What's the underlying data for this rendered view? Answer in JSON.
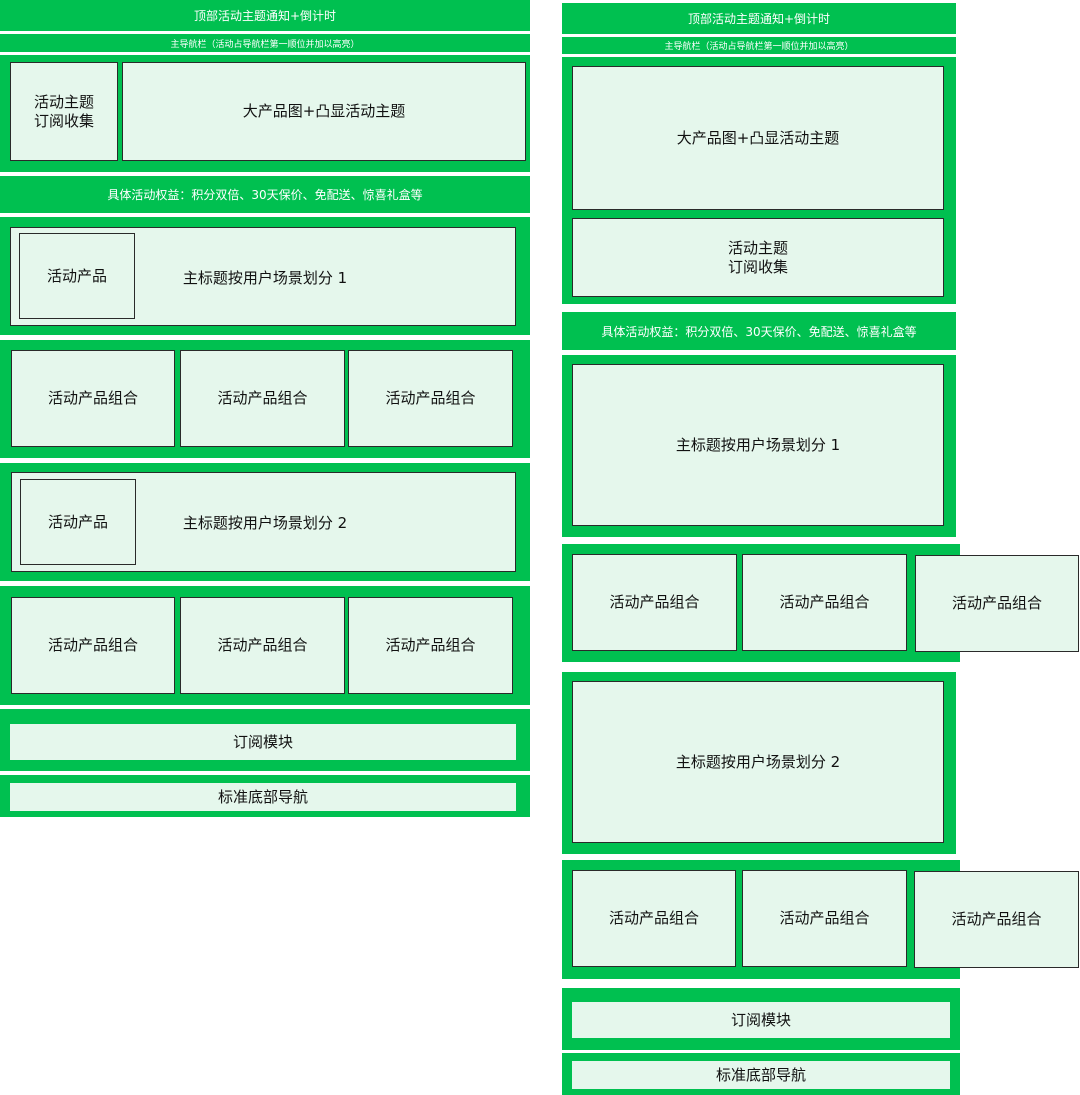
{
  "left": {
    "top_notice": "顶部活动主题通知+倒计时",
    "main_nav": "主导航栏（活动占导航栏第一顺位并加以高亮）",
    "subscribe_collect": "活动主题\n订阅收集",
    "hero": "大产品图+凸显活动主题",
    "benefits": "具体活动权益：积分双倍、30天保价、免配送、惊喜礼盒等",
    "scene1": {
      "product": "活动产品",
      "title": "主标题按用户场景划分 1"
    },
    "combo_row1": [
      "活动产品组合",
      "活动产品组合",
      "活动产品组合"
    ],
    "scene2": {
      "product": "活动产品",
      "title": "主标题按用户场景划分 2"
    },
    "combo_row2": [
      "活动产品组合",
      "活动产品组合",
      "活动产品组合"
    ],
    "subscribe_module": "订阅模块",
    "footer_nav": "标准底部导航"
  },
  "right": {
    "top_notice": "顶部活动主题通知+倒计时",
    "main_nav": "主导航栏（活动占导航栏第一顺位并加以高亮）",
    "hero": "大产品图+凸显活动主题",
    "subscribe_collect": "活动主题\n订阅收集",
    "benefits": "具体活动权益：积分双倍、30天保价、免配送、惊喜礼盒等",
    "scene1_title": "主标题按用户场景划分 1",
    "combo_row1": [
      "活动产品组合",
      "活动产品组合",
      "活动产品组合"
    ],
    "scene2_title": "主标题按用户场景划分 2",
    "combo_row2": [
      "活动产品组合",
      "活动产品组合",
      "活动产品组合"
    ],
    "subscribe_module": "订阅模块",
    "footer_nav": "标准底部导航"
  },
  "colors": {
    "band": "#00c050",
    "box": "#e5f7ec",
    "border": "#2a2a2a"
  }
}
